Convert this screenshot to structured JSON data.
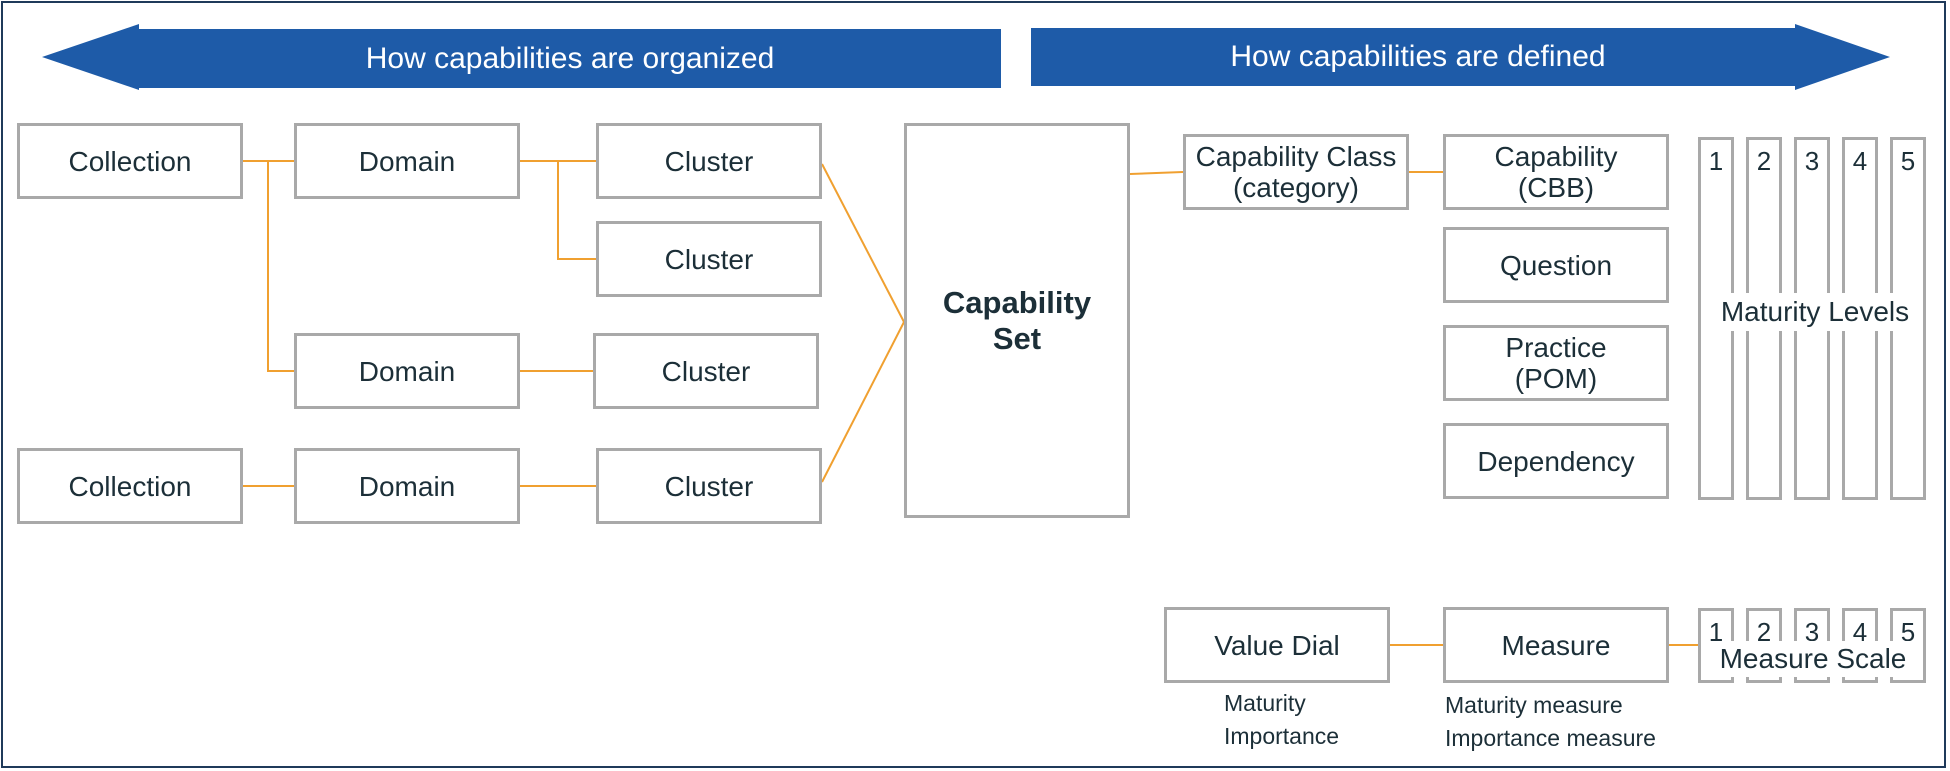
{
  "banner": {
    "left_label": "How capabilities are organized",
    "right_label": "How capabilities are defined"
  },
  "organization": {
    "collection_1": "Collection",
    "collection_2": "Collection",
    "domain_1": "Domain",
    "domain_2": "Domain",
    "domain_3": "Domain",
    "cluster_1": "Cluster",
    "cluster_2": "Cluster",
    "cluster_3": "Cluster",
    "cluster_4": "Cluster",
    "capability_set": "Capability\nSet"
  },
  "definition": {
    "capability_class": "Capability Class\n(category)",
    "capability": "Capability\n(CBB)",
    "question": "Question",
    "practice": "Practice\n(POM)",
    "dependency": "Dependency",
    "maturity_levels_label": "Maturity Levels",
    "maturity_levels": [
      "1",
      "2",
      "3",
      "4",
      "5"
    ]
  },
  "measurement": {
    "value_dial": "Value Dial",
    "value_dial_notes": [
      "Maturity",
      "Importance"
    ],
    "measure": "Measure",
    "measure_notes": [
      "Maturity measure",
      "Importance measure"
    ],
    "measure_scale_label": "Measure Scale",
    "measure_scale": [
      "1",
      "2",
      "3",
      "4",
      "5"
    ]
  },
  "colors": {
    "banner": "#1e5ba8",
    "connector": "#f0a030",
    "box_border": "#a9a9a9",
    "frame": "#1f3a5a",
    "text": "#1c2f38"
  }
}
